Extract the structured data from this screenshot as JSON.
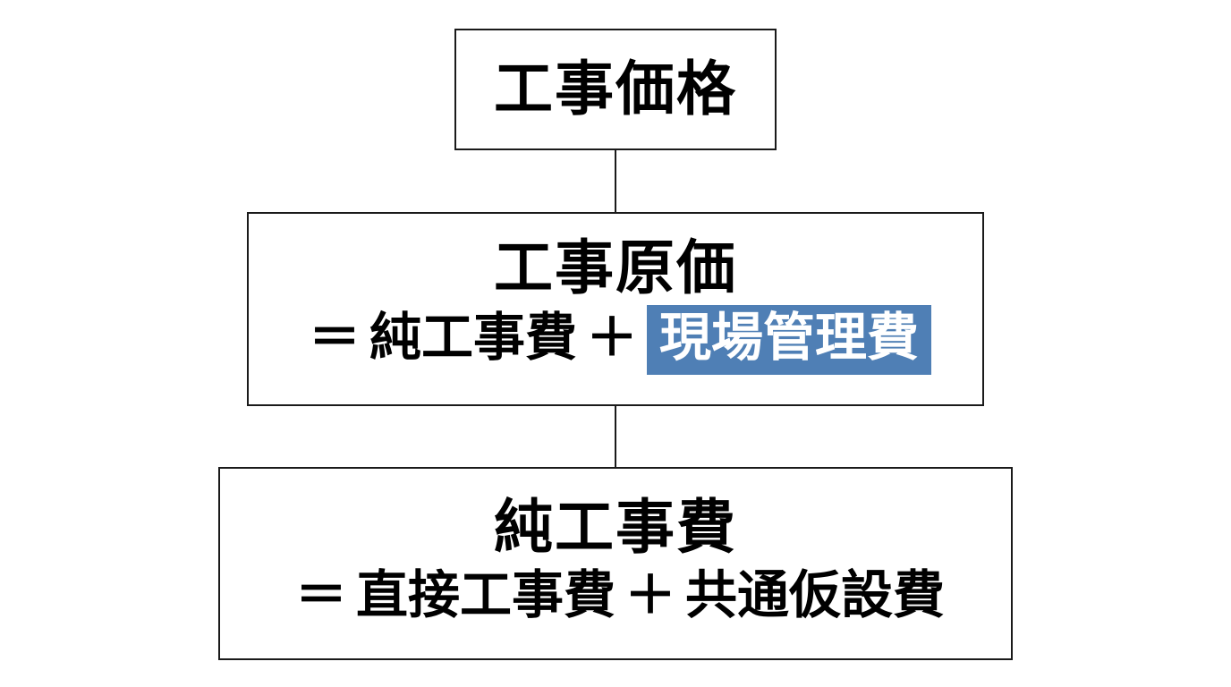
{
  "diagram": {
    "top": {
      "title": "工事価格"
    },
    "middle": {
      "title": "工事原価",
      "formula": {
        "equals": "＝",
        "term1": "純工事費",
        "plus": "＋",
        "term2": "現場管理費"
      }
    },
    "bottom": {
      "title": "純工事費",
      "formula": {
        "equals": "＝",
        "term1": "直接工事費",
        "plus": "＋",
        "term2": "共通仮設費"
      }
    },
    "colors": {
      "highlight": "#4f7fb5",
      "border": "#1a1a1a"
    }
  }
}
